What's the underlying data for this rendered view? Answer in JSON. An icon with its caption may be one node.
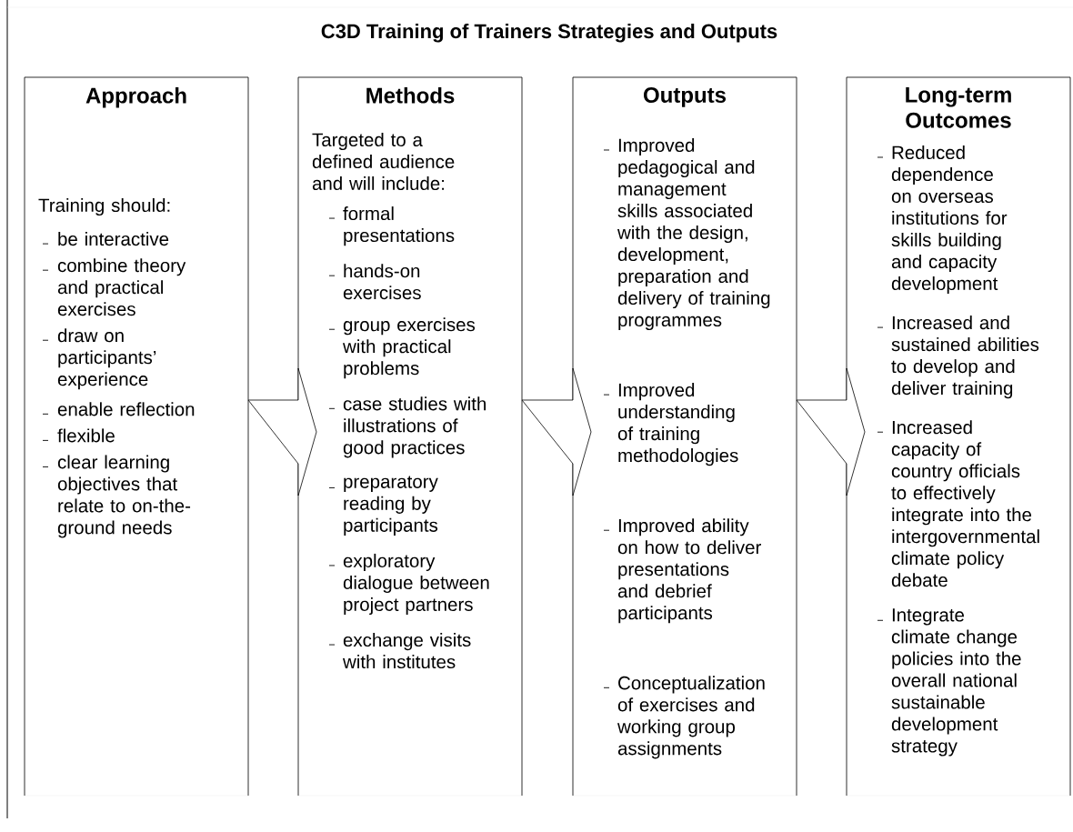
{
  "diagram": {
    "title": "C3D Training of Trainers Strategies and Outputs",
    "nodes": [
      {
        "text": [
          "Approach",
          "Training should:",
          "be interactive",
          "combine theory and practical exercises",
          "draw on participants’ experience",
          "enable reflection",
          "flexible",
          "clear learning objectives that relate to on-the-ground needs"
        ]
      },
      {
        "text": [
          "Methods",
          "Targeted to a defined audience and will include:",
          "formal presentations",
          "hands-on exercises",
          "group exercises with practical problems",
          "case studies with illustrations of good practices",
          "preparatory reading by participants",
          "exploratory dialogue between project partners",
          "exchange visits with institutes"
        ]
      },
      {
        "text": [
          "Outputs",
          "Improved pedagogical and management skills associated with the design, development, preparation and delivery of training programmes",
          "Improved understanding of training methodologies",
          "Improved ability on how to deliver presentations and debrief participants",
          "Conceptualization of exercises and working group assignments"
        ]
      },
      {
        "text": [
          "Long-term Outcomes",
          "Reduced dependence on overseas institutions for skills building and capacity development",
          "Increased and sustained abilities to develop and deliver training",
          "Increased capacity of country officials to effectively integrate into the intergovernmental climate policy debate",
          "Integrate climate change policies into the overall national sustainable development strategy"
        ]
      }
    ],
    "edges": [
      {
        "from": 0,
        "to": 1,
        "arrow": "to"
      },
      {
        "from": 1,
        "to": 2,
        "arrow": "to"
      },
      {
        "from": 2,
        "to": 3,
        "arrow": "to"
      }
    ]
  }
}
